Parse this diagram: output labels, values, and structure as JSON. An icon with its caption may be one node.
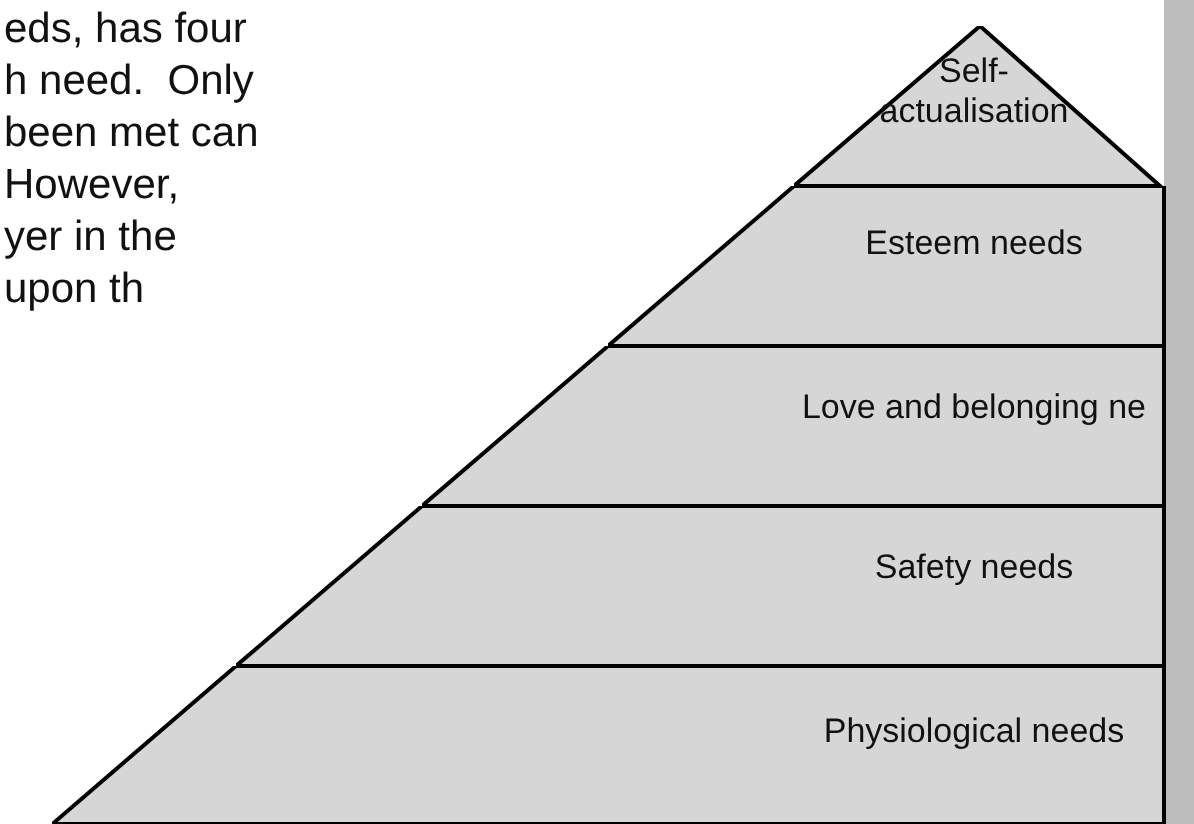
{
  "diagram": {
    "nodes": [
      {
        "text": [
          "Self- actualisation"
        ]
      },
      {
        "text": [
          "Esteem needs"
        ]
      },
      {
        "text": [
          "Love and belonging ne"
        ]
      },
      {
        "text": [
          "Safety needs"
        ]
      },
      {
        "text": [
          "Physiological needs"
        ]
      }
    ],
    "labels": [
      "eds, has four",
      "h need.  Only",
      "been met can",
      "However,",
      "yer in the",
      "upon th"
    ]
  }
}
